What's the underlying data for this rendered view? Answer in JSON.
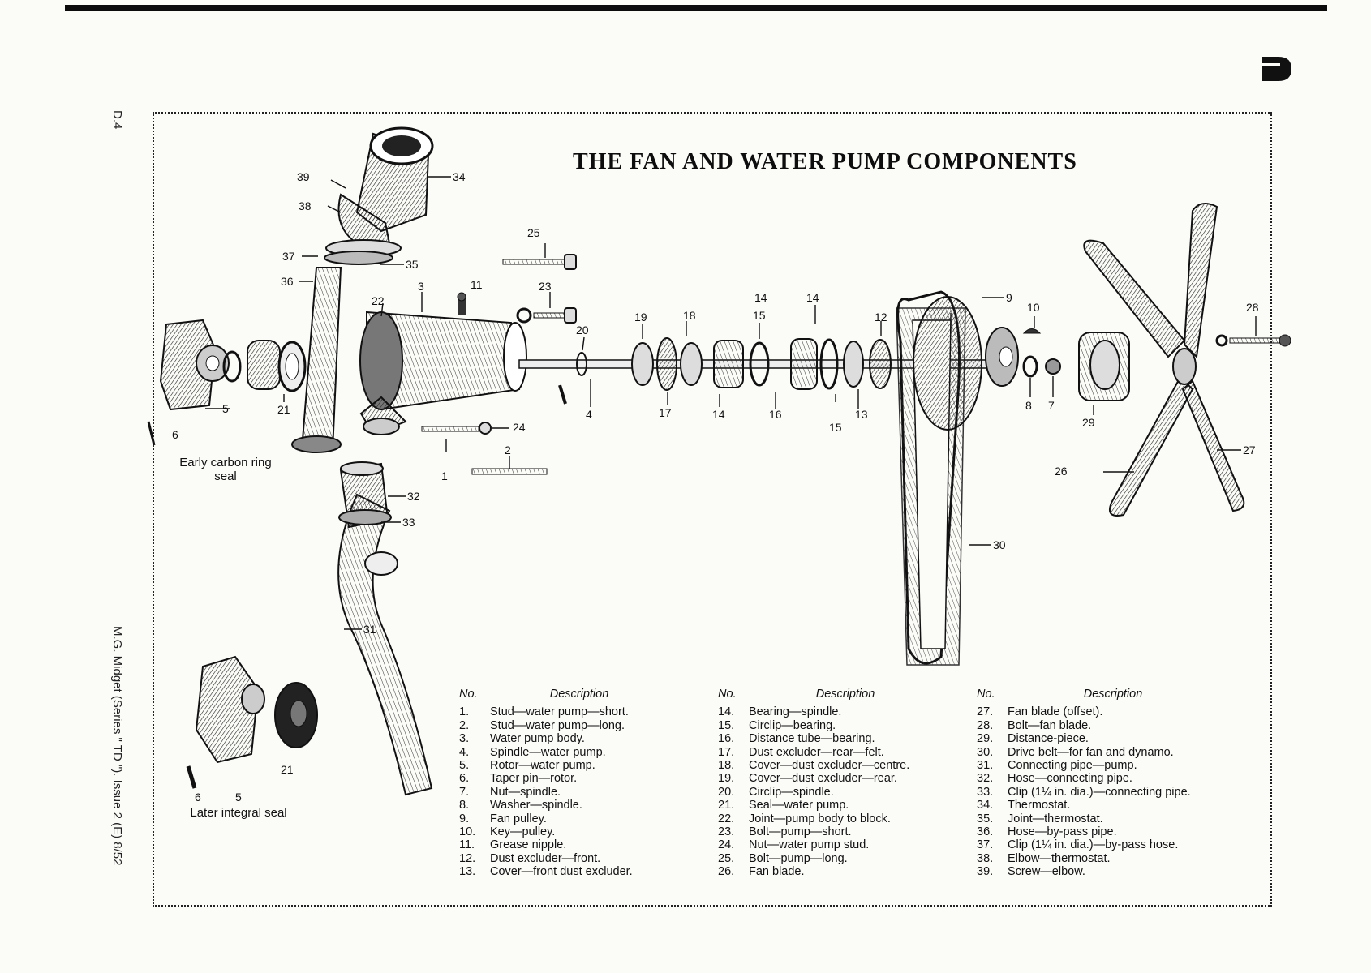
{
  "page": {
    "title": "THE FAN AND WATER PUMP COMPONENTS",
    "page_ref": "D.4",
    "footer": "M.G. Midget (Series \" TD \"). Issue 2 (E) 8/52"
  },
  "captions": {
    "early_seal": "Early carbon ring seal",
    "later_seal": "Later integral seal"
  },
  "callouts": [
    "1",
    "2",
    "3",
    "4",
    "5",
    "6",
    "7",
    "8",
    "9",
    "10",
    "11",
    "12",
    "13",
    "14",
    "15",
    "16",
    "17",
    "18",
    "19",
    "20",
    "21",
    "22",
    "23",
    "24",
    "25",
    "26",
    "27",
    "28",
    "29",
    "30",
    "31",
    "32",
    "33",
    "34",
    "35",
    "36",
    "37",
    "38",
    "39"
  ],
  "parts_table": {
    "col_no": "No.",
    "col_desc": "Description",
    "columns": [
      [
        {
          "no": "1.",
          "desc": "Stud—water pump—short."
        },
        {
          "no": "2.",
          "desc": "Stud—water pump—long."
        },
        {
          "no": "3.",
          "desc": "Water pump body."
        },
        {
          "no": "4.",
          "desc": "Spindle—water pump."
        },
        {
          "no": "5.",
          "desc": "Rotor—water pump."
        },
        {
          "no": "6.",
          "desc": "Taper pin—rotor."
        },
        {
          "no": "7.",
          "desc": "Nut—spindle."
        },
        {
          "no": "8.",
          "desc": "Washer—spindle."
        },
        {
          "no": "9.",
          "desc": "Fan pulley."
        },
        {
          "no": "10.",
          "desc": "Key—pulley."
        },
        {
          "no": "11.",
          "desc": "Grease nipple."
        },
        {
          "no": "12.",
          "desc": "Dust excluder—front."
        },
        {
          "no": "13.",
          "desc": "Cover—front dust excluder."
        }
      ],
      [
        {
          "no": "14.",
          "desc": "Bearing—spindle."
        },
        {
          "no": "15.",
          "desc": "Circlip—bearing."
        },
        {
          "no": "16.",
          "desc": "Distance tube—bearing."
        },
        {
          "no": "17.",
          "desc": "Dust excluder—rear—felt."
        },
        {
          "no": "18.",
          "desc": "Cover—dust excluder—centre."
        },
        {
          "no": "19.",
          "desc": "Cover—dust excluder—rear."
        },
        {
          "no": "20.",
          "desc": "Circlip—spindle."
        },
        {
          "no": "21.",
          "desc": "Seal—water pump."
        },
        {
          "no": "22.",
          "desc": "Joint—pump body to block."
        },
        {
          "no": "23.",
          "desc": "Bolt—pump—short."
        },
        {
          "no": "24.",
          "desc": "Nut—water pump stud."
        },
        {
          "no": "25.",
          "desc": "Bolt—pump—long."
        },
        {
          "no": "26.",
          "desc": "Fan blade."
        }
      ],
      [
        {
          "no": "27.",
          "desc": "Fan blade (offset)."
        },
        {
          "no": "28.",
          "desc": "Bolt—fan blade."
        },
        {
          "no": "29.",
          "desc": "Distance-piece."
        },
        {
          "no": "30.",
          "desc": "Drive belt—for fan and dynamo."
        },
        {
          "no": "31.",
          "desc": "Connecting pipe—pump."
        },
        {
          "no": "32.",
          "desc": "Hose—connecting pipe."
        },
        {
          "no": "33.",
          "desc": "Clip (1¼ in. dia.)—connecting pipe."
        },
        {
          "no": "34.",
          "desc": "Thermostat."
        },
        {
          "no": "35.",
          "desc": "Joint—thermostat."
        },
        {
          "no": "36.",
          "desc": "Hose—by-pass pipe."
        },
        {
          "no": "37.",
          "desc": "Clip (1¼ in. dia.)—by-pass hose."
        },
        {
          "no": "38.",
          "desc": "Elbow—thermostat."
        },
        {
          "no": "39.",
          "desc": "Screw—elbow."
        }
      ]
    ]
  }
}
